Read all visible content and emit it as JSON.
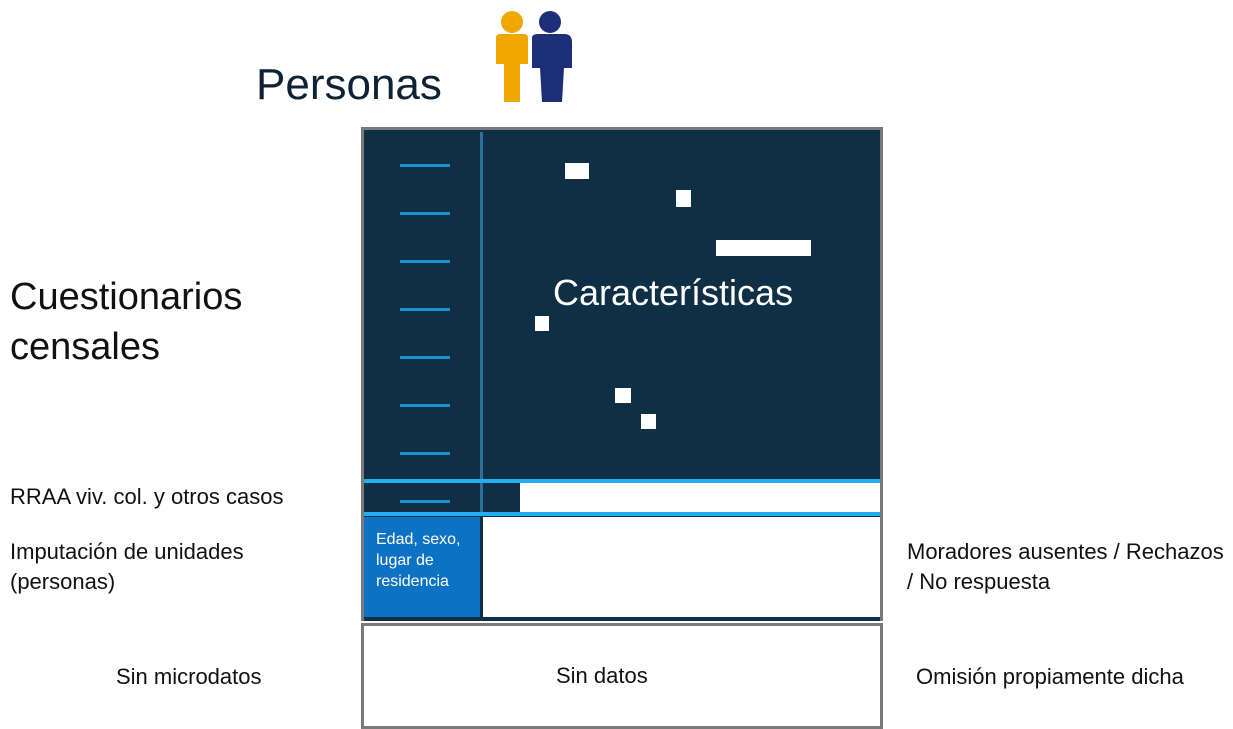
{
  "header": {
    "title": "Personas",
    "icon": "people-icon",
    "icon_colors": {
      "woman": "#f0a800",
      "man": "#1e2f7a"
    }
  },
  "left_labels": {
    "questionnaires": "Cuestionarios censales",
    "rraa": "RRAA viv. col. y otros casos",
    "imputation": "Imputación de unidades (personas)",
    "no_microdata": "Sin microdatos"
  },
  "diagram": {
    "characteristics_label": "Características",
    "age_sex_box": "Edad, sexo, lugar de residencia",
    "no_data_label": "Sin datos",
    "colors": {
      "dark_panel": "#0f2f45",
      "accent_line": "#22aef0",
      "blue_box": "#0e72c4",
      "frame": "#7a7a7a"
    }
  },
  "right_labels": {
    "absent": "Moradores ausentes / Rechazos / No respuesta",
    "omission": "Omisión propiamente dicha"
  }
}
